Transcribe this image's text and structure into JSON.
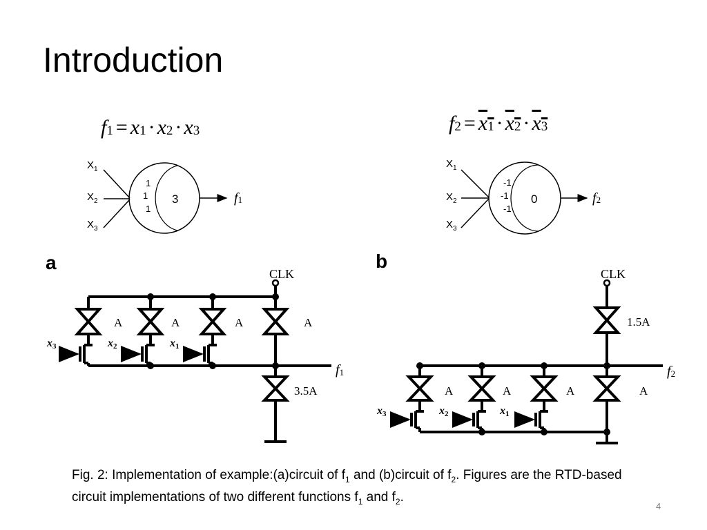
{
  "slide": {
    "title": "Introduction",
    "page_number": "4"
  },
  "formula_1": {
    "lhs": "f",
    "lhs_sub": "1",
    "equals": "=",
    "terms": [
      {
        "var": "x",
        "sub": "1",
        "negated": false
      },
      {
        "var": "x",
        "sub": "2",
        "negated": false
      },
      {
        "var": "x",
        "sub": "3",
        "negated": false
      }
    ],
    "dot": "·"
  },
  "formula_2": {
    "lhs": "f",
    "lhs_sub": "2",
    "equals": "=",
    "terms": [
      {
        "var": "x",
        "sub": "1",
        "negated": true
      },
      {
        "var": "x",
        "sub": "2",
        "negated": true
      },
      {
        "var": "x",
        "sub": "3",
        "negated": true
      }
    ],
    "dot": "·"
  },
  "gate_1": {
    "inputs": [
      {
        "name": "X",
        "sub": "1"
      },
      {
        "name": "X",
        "sub": "2"
      },
      {
        "name": "X",
        "sub": "3"
      }
    ],
    "weights": [
      "1",
      "1",
      "1"
    ],
    "threshold": "3",
    "output": {
      "name": "f",
      "sub": "1"
    }
  },
  "gate_2": {
    "inputs": [
      {
        "name": "X",
        "sub": "1"
      },
      {
        "name": "X",
        "sub": "2"
      },
      {
        "name": "X",
        "sub": "3"
      }
    ],
    "weights": [
      "-1",
      "-1",
      "-1"
    ],
    "threshold": "0",
    "output": {
      "name": "f",
      "sub": "2"
    }
  },
  "circuit_a": {
    "panel_label": "a",
    "clock_label": "CLK",
    "input_rtd_labels": [
      "A",
      "A",
      "A"
    ],
    "clock_rtd_label": "A",
    "load_rtd_label": "3.5A",
    "gate_inputs": [
      {
        "name": "x",
        "sub": "3"
      },
      {
        "name": "x",
        "sub": "2"
      },
      {
        "name": "x",
        "sub": "1"
      }
    ],
    "output": {
      "name": "f",
      "sub": "1"
    }
  },
  "circuit_b": {
    "panel_label": "b",
    "clock_label": "CLK",
    "clock_rtd_label": "1.5A",
    "input_rtd_labels": [
      "A",
      "A",
      "A"
    ],
    "load_rtd_label": "A",
    "gate_inputs": [
      {
        "name": "x",
        "sub": "3"
      },
      {
        "name": "x",
        "sub": "2"
      },
      {
        "name": "x",
        "sub": "1"
      }
    ],
    "output": {
      "name": "f",
      "sub": "2"
    }
  },
  "caption": {
    "segments": [
      {
        "t": "Fig. 2: Implementation of example:(a)circuit of f"
      },
      {
        "t": "1",
        "sub": true
      },
      {
        "t": " and (b)circuit of f"
      },
      {
        "t": "2",
        "sub": true
      },
      {
        "t": ". Figures are the RTD-based circuit implementations of two different functions f"
      },
      {
        "t": "1",
        "sub": true
      },
      {
        "t": " and f"
      },
      {
        "t": "2",
        "sub": true
      },
      {
        "t": "."
      }
    ]
  }
}
